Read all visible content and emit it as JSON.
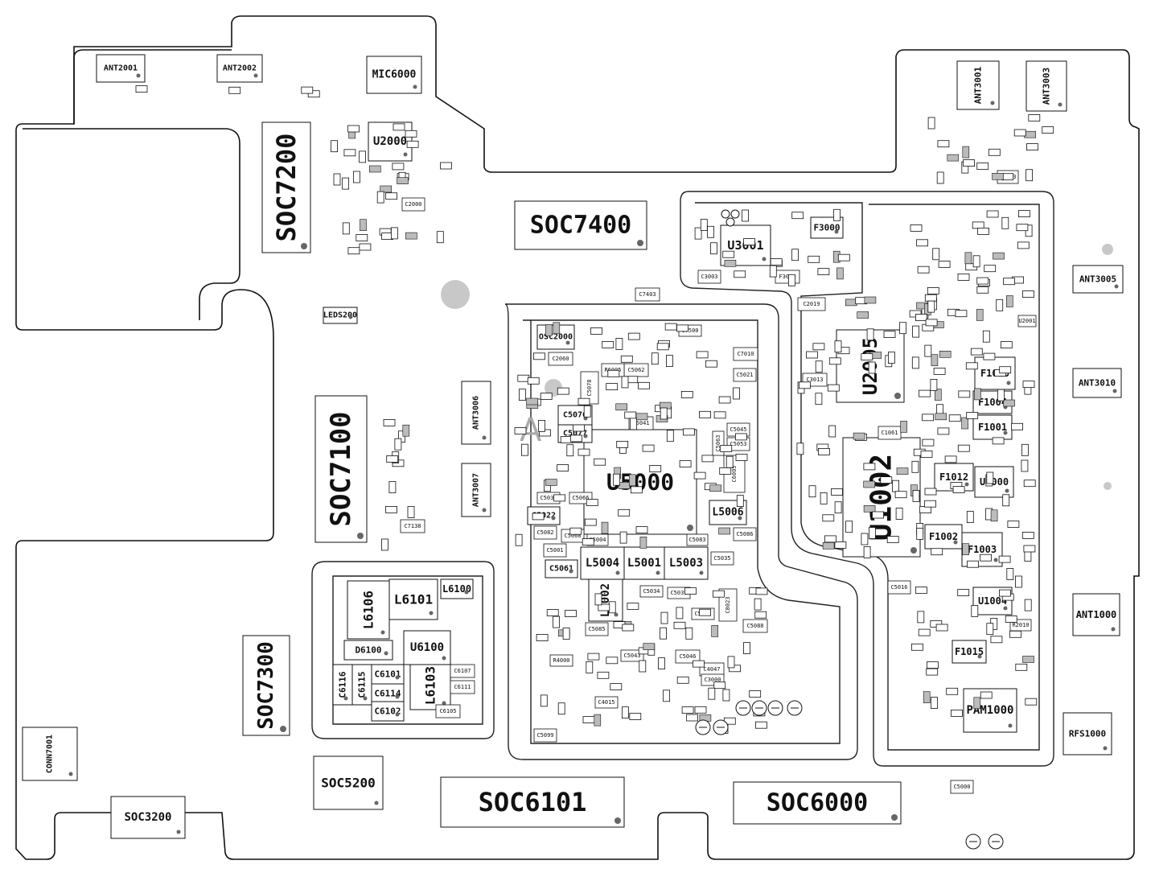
{
  "board_outline": "",
  "large_parts": [
    {
      "id": "soc7200",
      "label": "SOC7200"
    },
    {
      "id": "soc7400",
      "label": "SOC7400"
    },
    {
      "id": "soc7100",
      "label": "SOC7100"
    },
    {
      "id": "soc7300",
      "label": "SOC7300"
    },
    {
      "id": "soc6101",
      "label": "SOC6101"
    },
    {
      "id": "soc6000",
      "label": "SOC6000"
    },
    {
      "id": "soc5200",
      "label": "SOC5200"
    },
    {
      "id": "soc3200",
      "label": "SOC3200"
    },
    {
      "id": "u5000",
      "label": "U5000"
    },
    {
      "id": "u1002",
      "label": "U1002"
    },
    {
      "id": "u2005",
      "label": "U2005"
    },
    {
      "id": "u2000",
      "label": "U2000"
    },
    {
      "id": "u3001",
      "label": "U3001"
    },
    {
      "id": "mic6000",
      "label": "MIC6000"
    },
    {
      "id": "pam1000",
      "label": "PAM1000"
    },
    {
      "id": "ant1000",
      "label": "ANT1000"
    },
    {
      "id": "rfs1000",
      "label": "RFS1000"
    },
    {
      "id": "ant3005",
      "label": "ANT3005"
    },
    {
      "id": "ant3010",
      "label": "ANT3010"
    },
    {
      "id": "ant3001",
      "label": "ANT3001"
    },
    {
      "id": "ant3003",
      "label": "ANT3003"
    },
    {
      "id": "ant2001",
      "label": "ANT2001"
    },
    {
      "id": "ant2002",
      "label": "ANT2002"
    },
    {
      "id": "ant3006",
      "label": "ANT3006"
    },
    {
      "id": "ant3007",
      "label": "ANT3007"
    },
    {
      "id": "conn7001",
      "label": "CONN7001"
    },
    {
      "id": "leds200",
      "label": "LEDS200"
    },
    {
      "id": "l6106",
      "label": "L6106"
    },
    {
      "id": "l6101",
      "label": "L6101"
    },
    {
      "id": "l6100",
      "label": "L6100"
    },
    {
      "id": "l6103",
      "label": "L6103"
    },
    {
      "id": "u6100",
      "label": "U6100"
    },
    {
      "id": "d6100",
      "label": "D6100"
    },
    {
      "id": "l5004",
      "label": "L5004"
    },
    {
      "id": "l5001",
      "label": "L5001"
    },
    {
      "id": "l5003",
      "label": "L5003"
    },
    {
      "id": "l5002",
      "label": "L5002"
    },
    {
      "id": "l5006",
      "label": "L5006"
    },
    {
      "id": "f1010",
      "label": "F1010"
    },
    {
      "id": "f1004",
      "label": "F1004"
    },
    {
      "id": "f1001",
      "label": "F1001"
    },
    {
      "id": "f1012",
      "label": "F1012"
    },
    {
      "id": "u1000",
      "label": "U1000"
    },
    {
      "id": "f1002",
      "label": "F1002"
    },
    {
      "id": "f1003",
      "label": "F1003"
    },
    {
      "id": "u1004",
      "label": "U1004"
    },
    {
      "id": "f1015",
      "label": "F1015"
    },
    {
      "id": "f3000",
      "label": "F3000"
    },
    {
      "id": "osc2000",
      "label": "OSC2000"
    },
    {
      "id": "c5076",
      "label": "C5076"
    },
    {
      "id": "c5077",
      "label": "C5077"
    },
    {
      "id": "c5022",
      "label": "C5022"
    },
    {
      "id": "c5061",
      "label": "C5061"
    },
    {
      "id": "c6101",
      "label": "C6101"
    },
    {
      "id": "c6114",
      "label": "C6114"
    },
    {
      "id": "c6102",
      "label": "C6102"
    },
    {
      "id": "c6116",
      "label": "C6116"
    },
    {
      "id": "c6115",
      "label": "C6115"
    }
  ],
  "small_labels": [
    {
      "id": "c7403",
      "label": "C7403"
    },
    {
      "id": "c2060",
      "label": "C2060"
    },
    {
      "id": "c5062",
      "label": "C5062"
    },
    {
      "id": "r6005",
      "label": "R6005"
    },
    {
      "id": "c7010",
      "label": "C7010"
    },
    {
      "id": "c5021",
      "label": "C5021"
    },
    {
      "id": "c5041",
      "label": "C5041"
    },
    {
      "id": "c5032",
      "label": "C5032"
    },
    {
      "id": "c5066",
      "label": "C5066"
    },
    {
      "id": "c5082",
      "label": "C5082"
    },
    {
      "id": "c5068",
      "label": "C5068"
    },
    {
      "id": "c5001",
      "label": "C5001"
    },
    {
      "id": "c5004",
      "label": "C5004"
    },
    {
      "id": "c5083",
      "label": "C5083"
    },
    {
      "id": "c5086",
      "label": "C5086"
    },
    {
      "id": "c5035",
      "label": "C5035"
    },
    {
      "id": "c5034",
      "label": "C5034"
    },
    {
      "id": "c5039",
      "label": "C5039"
    },
    {
      "id": "c5033",
      "label": "C5033"
    },
    {
      "id": "c5088",
      "label": "C5088"
    },
    {
      "id": "c5085",
      "label": "C5085"
    },
    {
      "id": "r4000",
      "label": "R4000"
    },
    {
      "id": "c5043",
      "label": "C5043"
    },
    {
      "id": "c5046",
      "label": "C5046"
    },
    {
      "id": "c4047",
      "label": "C4047"
    },
    {
      "id": "c3000",
      "label": "C3000"
    },
    {
      "id": "c4015",
      "label": "C4015"
    },
    {
      "id": "c5099",
      "label": "C5099"
    },
    {
      "id": "c7138",
      "label": "C7138"
    },
    {
      "id": "c2019",
      "label": "C2019"
    },
    {
      "id": "c3013",
      "label": "C3013"
    },
    {
      "id": "c1061",
      "label": "C1061"
    },
    {
      "id": "f3003",
      "label": "F3003"
    },
    {
      "id": "c3003",
      "label": "C3003"
    },
    {
      "id": "c5000",
      "label": "C5000"
    },
    {
      "id": "c6107",
      "label": "C6107"
    },
    {
      "id": "c6111",
      "label": "C6111"
    },
    {
      "id": "c6105",
      "label": "C6105"
    },
    {
      "id": "c5053",
      "label": "C5053"
    },
    {
      "id": "c5045",
      "label": "C5045"
    },
    {
      "id": "c5063",
      "label": "C5063"
    },
    {
      "id": "c5016",
      "label": "C5016"
    },
    {
      "id": "u7500",
      "label": "U7500"
    },
    {
      "id": "u3003",
      "label": "U3003"
    },
    {
      "id": "u2001",
      "label": "U2001"
    },
    {
      "id": "c2000",
      "label": "C2000"
    },
    {
      "id": "c5078",
      "label": "C5078"
    },
    {
      "id": "c6005",
      "label": "C6005"
    },
    {
      "id": "c8023",
      "label": "C8023"
    },
    {
      "id": "r2010",
      "label": "R2010"
    }
  ],
  "watermark": "A"
}
